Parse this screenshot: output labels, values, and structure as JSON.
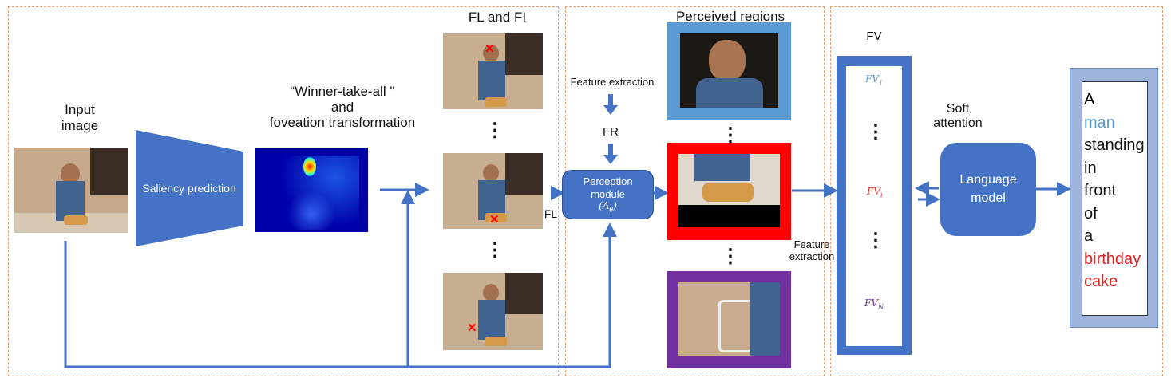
{
  "sections": {
    "stage1_name": "input-to-fixation",
    "stage2_name": "perception",
    "stage3_name": "language"
  },
  "labels": {
    "input_image": "Input\nimage",
    "saliency": "Saliency prediction",
    "wta": "“Winner-take-all \"\nand\nfoveation transformation",
    "fl_fi": "FL and FI",
    "feature_extraction_top": "Feature extraction",
    "fr": "FR",
    "fl": "FL",
    "perception_module": "Perception\nmodule",
    "perception_param": "(A",
    "perception_param_sub": "θ",
    "perception_param_close": ")",
    "perceived_regions": "Perceived regions",
    "feature_extraction_right": "Feature\nextraction",
    "fv": "FV",
    "soft_attention": "Soft\nattention",
    "language_model": "Language\nmodel",
    "dots": "⋮"
  },
  "fv_items": [
    {
      "base": "FV",
      "sub": "1",
      "color": "#5b9bd5"
    },
    {
      "base": "FV",
      "sub": "i",
      "color": "#e02020"
    },
    {
      "base": "FV",
      "sub": "N",
      "color": "#7030a0"
    }
  ],
  "caption_words": [
    {
      "text": "A",
      "color": "#000000"
    },
    {
      "text": "man",
      "color": "#5b9bd5"
    },
    {
      "text": "standing",
      "color": "#000000"
    },
    {
      "text": "in",
      "color": "#000000"
    },
    {
      "text": "front",
      "color": "#000000"
    },
    {
      "text": "of",
      "color": "#000000"
    },
    {
      "text": "a",
      "color": "#000000"
    },
    {
      "text": "birthday",
      "color": "#e02020"
    },
    {
      "text": "cake",
      "color": "#e02020"
    }
  ],
  "colors": {
    "arrow": "#4472c4",
    "region_person": "#5b9bd5",
    "region_cake": "#ff0000",
    "region_chair": "#7030a0",
    "caption_frame": "#9fb4dd",
    "section_border": "#e8a070"
  }
}
